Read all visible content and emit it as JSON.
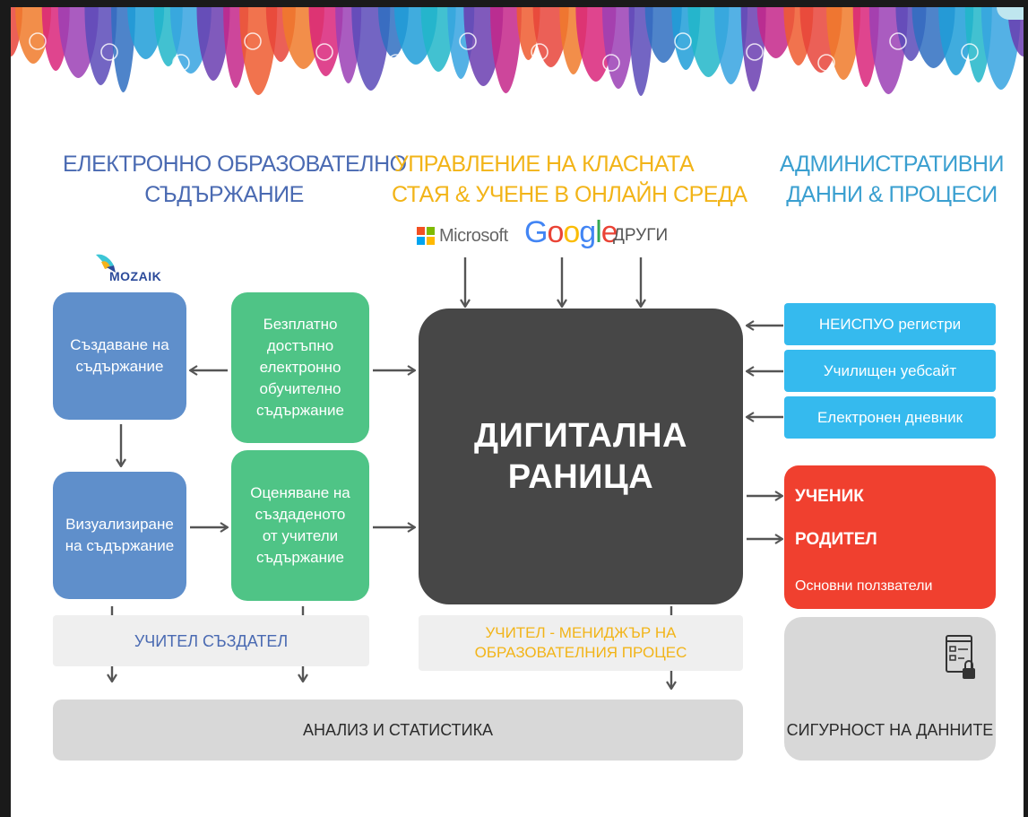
{
  "headings": {
    "left": [
      "ЕЛЕКТРОННО ОБРАЗОВАТЕЛНО",
      "СЪДЪРЖАНИЕ"
    ],
    "center": [
      "УПРАВЛЕНИЕ НА КЛАСНАТА",
      "СТАЯ & УЧЕНЕ В ОНЛАЙН СРЕДА"
    ],
    "right": [
      "АДМИНИСТРАТИВНИ",
      "ДАННИ & ПРОЦЕСИ"
    ]
  },
  "providers": {
    "microsoft": "Microsoft",
    "google": [
      "G",
      "o",
      "o",
      "g",
      "l",
      "e"
    ],
    "others": "ДРУГИ"
  },
  "mozaik_logo_text": "MOZAIK",
  "boxes": {
    "create_content": "Създаване на съдържание",
    "visualize_content": "Визуализиране на съдържание",
    "free_content": "Безплатно достъпно електронно обучително съдържание",
    "evaluate_content": "Оценяване на създаденото от учители съдържание"
  },
  "central": [
    "ДИГИТАЛНА",
    "РАНИЦА"
  ],
  "registries": {
    "neispuo": "НЕИСПУО регистри",
    "school_site": "Училищен уебсайт",
    "e_diary": "Електронен дневник"
  },
  "users": {
    "student": "УЧЕНИК",
    "parent": "РОДИТЕЛ",
    "caption": "Основни ползватели"
  },
  "strips": {
    "teacher_creator": "УЧИТЕЛ СЪЗДАТЕЛ",
    "teacher_manager": [
      "УЧИТЕЛ - МЕНИДЖЪР НА",
      "ОБРАЗОВАТЕЛНИЯ ПРОЦЕС"
    ],
    "analysis": "АНАЛИЗ И СТАТИСТИКА",
    "data_security": "СИГУРНОСТ НА ДАННИТЕ"
  },
  "colors": {
    "blue_box": "#5f8fcb",
    "green_box": "#4fc486",
    "central_box": "#474747",
    "cyan_box": "#35baee",
    "users_box": "#f0402f",
    "heading_blue": "#4a6ab2",
    "heading_yellow": "#f2b418",
    "heading_cyan": "#3a9fd0",
    "google": [
      "#4285f4",
      "#ea4335",
      "#fbbc05",
      "#4285f4",
      "#34a853",
      "#ea4335"
    ],
    "microsoft": [
      "#f25022",
      "#7fba00",
      "#00a4ef",
      "#ffb900"
    ]
  }
}
